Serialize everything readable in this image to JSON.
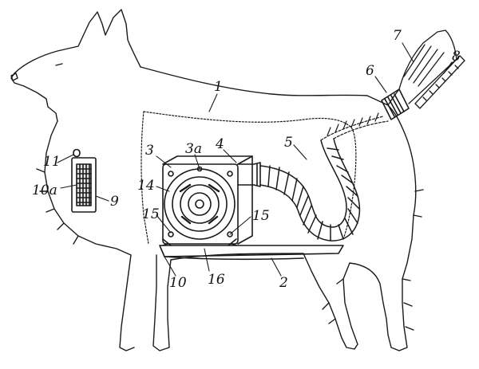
{
  "callouts": {
    "n1": "1",
    "n2": "2",
    "n3": "3",
    "n3a": "3a",
    "n4": "4",
    "n5": "5",
    "n6": "6",
    "n7": "7",
    "n8": "8",
    "n9": "9",
    "n10": "10",
    "n10a": "10a",
    "n11": "11",
    "n14": "14",
    "n15_left": "15",
    "n15_right": "15",
    "n16": "16"
  },
  "colors": {
    "ink": "#1a1a1a",
    "paper": "#ffffff"
  }
}
